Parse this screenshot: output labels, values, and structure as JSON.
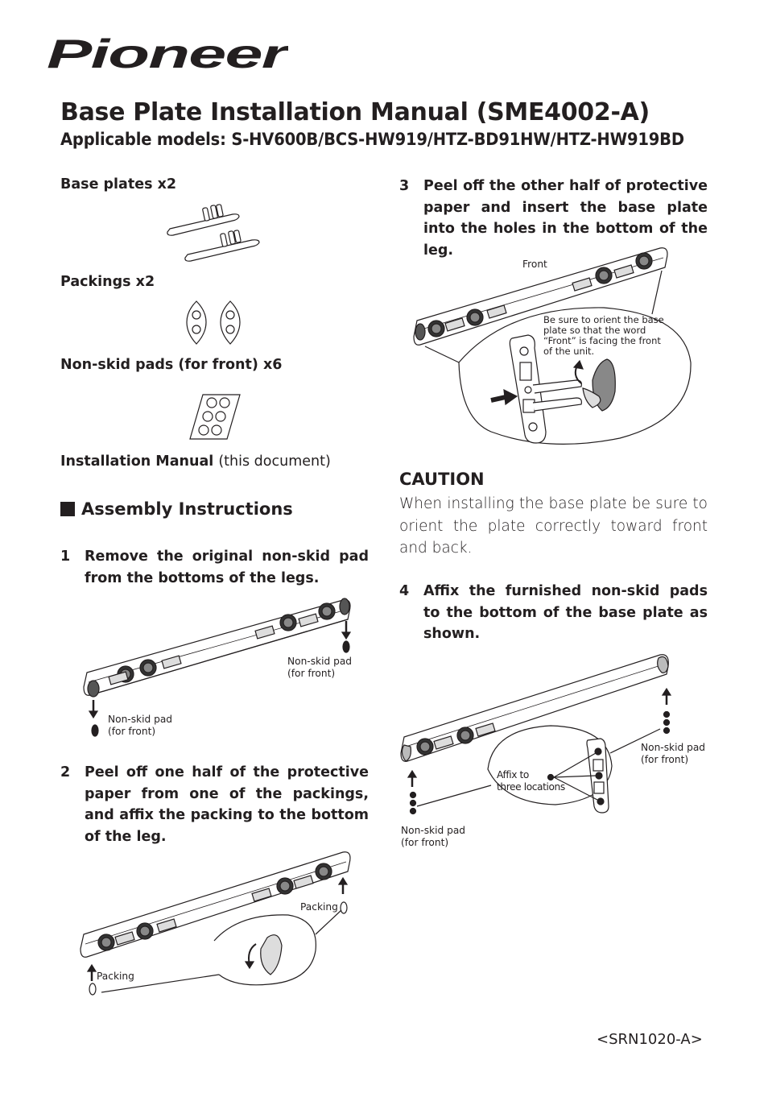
{
  "brand": {
    "logo_text": "Pioneer"
  },
  "header": {
    "title": "Base Plate Installation Manual (SME4002-A)",
    "subtitle": "Applicable models: S-HV600B/BCS-HW919/HTZ-BD91HW/HTZ-HW919BD"
  },
  "parts": {
    "base_plates": "Base plates x2",
    "packings": "Packings x2",
    "non_skid_pads": "Non-skid pads (for front) x6",
    "manual_bold": "Installation Manual",
    "manual_note": "(this document)"
  },
  "assembly": {
    "heading": "Assembly Instructions",
    "steps": [
      {
        "num": "1",
        "text": "Remove the original non-skid pad from the bottoms of the legs."
      },
      {
        "num": "2",
        "text": "Peel off one half of the protective paper from one of the packings, and affix the packing to the bottom of the leg."
      },
      {
        "num": "3",
        "text": "Peel off the other half of protective paper and insert the base plate into the holes in the bottom of the leg."
      },
      {
        "num": "4",
        "text": "Affix the furnished non-skid pads to the bottom of the base plate as shown."
      }
    ]
  },
  "figure1": {
    "pad_right_1": "Non-skid pad",
    "pad_right_2": "(for front)",
    "pad_left_1": "Non-skid pad",
    "pad_left_2": "(for front)"
  },
  "figure2": {
    "packing_right": "Packing",
    "packing_left": "Packing"
  },
  "figure3": {
    "front": "Front",
    "note_1": "Be sure to orient the base",
    "note_2": "plate so that the word",
    "note_3": "“Front” is facing the front",
    "note_4": "of the unit."
  },
  "caution": {
    "heading": "CAUTION",
    "text": "When installing the base plate be sure to orient the plate correctly toward front and back."
  },
  "figure4": {
    "pad_right_1": "Non-skid pad",
    "pad_right_2": "(for front)",
    "affix_1": "Affix to",
    "affix_2": "three locations",
    "pad_left_1": "Non-skid pad",
    "pad_left_2": "(for front)"
  },
  "footer": {
    "doc_id": "<SRN1020-A>"
  }
}
